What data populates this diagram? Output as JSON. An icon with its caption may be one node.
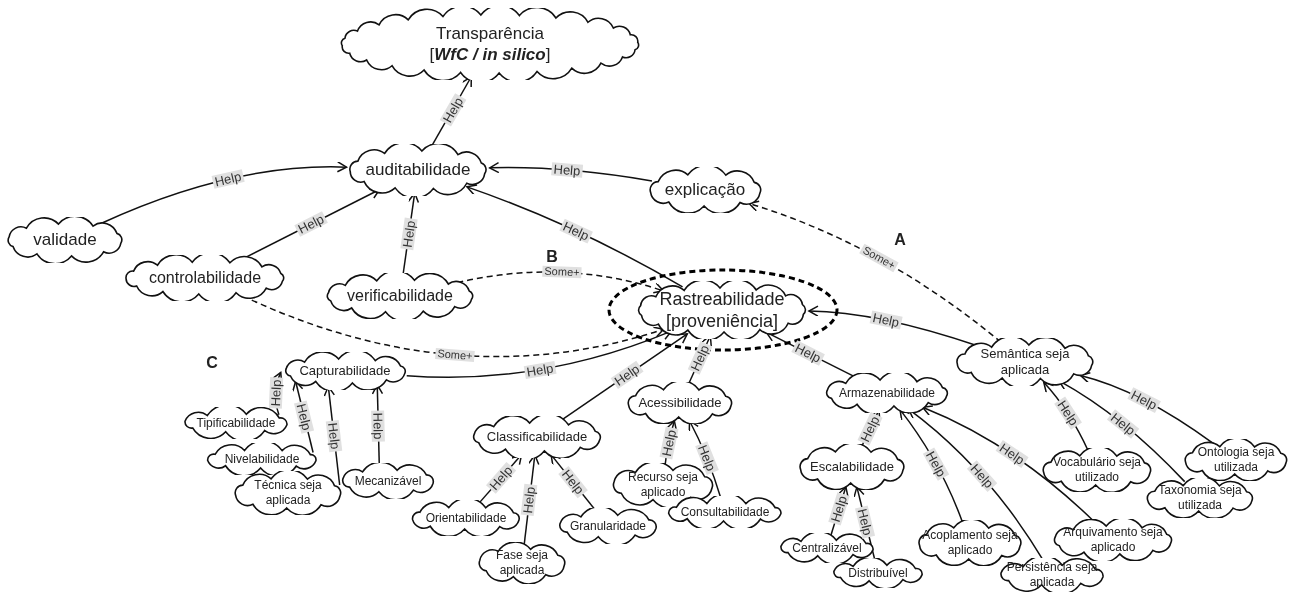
{
  "diagram": {
    "nodes": [
      {
        "text": [
          "Transparência",
          "[*WfC / in silico*]"
        ]
      },
      {
        "text": [
          "auditabilidade"
        ]
      },
      {
        "text": [
          "explicação"
        ]
      },
      {
        "text": [
          "validade"
        ]
      },
      {
        "text": [
          "controlabilidade"
        ]
      },
      {
        "text": [
          "verificabilidade"
        ]
      },
      {
        "text": [],
        "shape": "ellipse"
      },
      {
        "text": [
          "Rastreabilidade [proveniência]"
        ],
        "in": 6
      },
      {
        "text": [
          "Semântica seja aplicada"
        ]
      },
      {
        "text": [
          "Capturabilidade"
        ]
      },
      {
        "text": [
          "Tipificabilidade"
        ]
      },
      {
        "text": [
          "Nivelabilidade"
        ]
      },
      {
        "text": [
          "Técnica seja aplicada"
        ]
      },
      {
        "text": [
          "Mecanizável"
        ]
      },
      {
        "text": [
          "Classificabilidade"
        ]
      },
      {
        "text": [
          "Acessibilidade"
        ]
      },
      {
        "text": [
          "Armazenabilidade"
        ]
      },
      {
        "text": [
          "Escalabilidade"
        ]
      },
      {
        "text": [
          "Recurso seja aplicado"
        ]
      },
      {
        "text": [
          "Orientabilidade"
        ]
      },
      {
        "text": [
          "Granularidade"
        ]
      },
      {
        "text": [
          "Consultabilidade"
        ]
      },
      {
        "text": [
          "Fase seja aplicada"
        ]
      },
      {
        "text": [
          "Vocabulário seja utilizado"
        ]
      },
      {
        "text": [
          "Ontologia seja utilizada"
        ]
      },
      {
        "text": [
          "Taxonomia seja utilizada"
        ]
      },
      {
        "text": [
          "Centralizável"
        ]
      },
      {
        "text": [
          "Acoplamento seja aplicado"
        ]
      },
      {
        "text": [
          "Arquivamento seja aplicado"
        ]
      },
      {
        "text": [
          "Distribuível"
        ]
      },
      {
        "text": [
          "Persistência seja aplicada"
        ]
      }
    ],
    "edges": [
      {
        "from": 1,
        "to": 0,
        "arrow": "to",
        "label": "Help"
      },
      {
        "from": 3,
        "to": 1,
        "arrow": "to",
        "label": "Help"
      },
      {
        "from": 4,
        "to": 1,
        "arrow": "to",
        "label": "Help"
      },
      {
        "from": 5,
        "to": 1,
        "arrow": "to",
        "label": "Help"
      },
      {
        "from": 7,
        "to": 1,
        "arrow": "to",
        "label": "Help"
      },
      {
        "from": 2,
        "to": 1,
        "arrow": "to",
        "label": "Help"
      },
      {
        "from": 8,
        "to": 2,
        "arrow": "to",
        "label": "Some+",
        "style": "dashed"
      },
      {
        "from": 5,
        "to": 7,
        "arrow": "to",
        "label": "Some+",
        "style": "dashed"
      },
      {
        "from": 4,
        "to": 7,
        "arrow": "to",
        "label": "Some+",
        "style": "dashed"
      },
      {
        "from": 8,
        "to": 7,
        "arrow": "to",
        "label": "Help"
      },
      {
        "from": 9,
        "to": 7,
        "arrow": "to",
        "label": "Help"
      },
      {
        "from": 14,
        "to": 7,
        "arrow": "to",
        "label": "Help"
      },
      {
        "from": 15,
        "to": 7,
        "arrow": "to",
        "label": "Help"
      },
      {
        "from": 16,
        "to": 7,
        "arrow": "to",
        "label": "Help"
      },
      {
        "from": 10,
        "to": 9,
        "arrow": "to",
        "label": "Help"
      },
      {
        "from": 11,
        "to": 9,
        "arrow": "to",
        "label": "Help"
      },
      {
        "from": 12,
        "to": 9,
        "arrow": "to",
        "label": "Help"
      },
      {
        "from": 13,
        "to": 9,
        "arrow": "to",
        "label": "Help"
      },
      {
        "from": 19,
        "to": 14,
        "arrow": "to",
        "label": "Help"
      },
      {
        "from": 22,
        "to": 14,
        "arrow": "to",
        "label": "Help"
      },
      {
        "from": 20,
        "to": 14,
        "arrow": "to",
        "label": "Help"
      },
      {
        "from": 18,
        "to": 15,
        "arrow": "to",
        "label": "Help"
      },
      {
        "from": 21,
        "to": 15,
        "arrow": "to",
        "label": "Help"
      },
      {
        "from": 17,
        "to": 16,
        "arrow": "to",
        "label": "Help"
      },
      {
        "from": 27,
        "to": 16,
        "arrow": "to",
        "label": "Help"
      },
      {
        "from": 30,
        "to": 16,
        "arrow": "to",
        "label": "Help"
      },
      {
        "from": 28,
        "to": 16,
        "arrow": "to",
        "label": "Help"
      },
      {
        "from": 26,
        "to": 17,
        "arrow": "to",
        "label": "Help"
      },
      {
        "from": 29,
        "to": 17,
        "arrow": "to",
        "label": "Help"
      },
      {
        "from": 23,
        "to": 8,
        "arrow": "to",
        "label": "Help"
      },
      {
        "from": 25,
        "to": 8,
        "arrow": "to",
        "label": "Help"
      },
      {
        "from": 24,
        "to": 8,
        "arrow": "to",
        "label": "Help"
      }
    ],
    "labels": [
      "A",
      "B",
      "C"
    ]
  }
}
